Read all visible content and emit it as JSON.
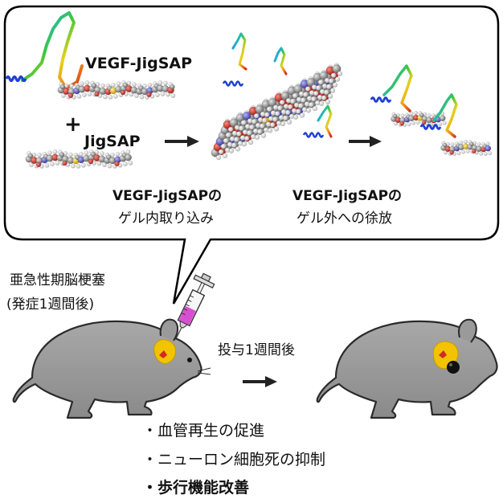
{
  "callout": {
    "vegf_jigsap_label": "VEGF-JigSAP",
    "plus_sign": "+",
    "jigsap_label": "JigSAP",
    "step1_title": "VEGF-JigSAPの",
    "step1_sub": "ゲル内取り込み",
    "step2_title": "VEGF-JigSAPの",
    "step2_sub": "ゲル外への徐放"
  },
  "injection": {
    "condition_line1": "亜急性期脳梗塞",
    "condition_line2": "(発症1週間後)"
  },
  "timeline": {
    "after_label": "投与1週間後"
  },
  "outcomes": [
    {
      "text": "・血管再生の促進",
      "bold": false
    },
    {
      "text": "・ニューロン細胞死の抑制",
      "bold": false
    },
    {
      "text": "・歩行機能改善",
      "bold": true
    }
  ],
  "colors": {
    "callout_border": "#000000",
    "mouse_body": "#9b9b9b",
    "mouse_outline": "#2a2a2a",
    "lesion_yellow": "#f2c300",
    "lesion_red": "#d12a1e",
    "syringe_fluid": "#d94fd1",
    "atom_carbon": "#8f8f8f",
    "atom_oxygen": "#c0342a",
    "atom_hydrogen": "#f2f2f2",
    "atom_nitrogen": "#5a5ab8",
    "atom_sulfur": "#e2c21a"
  },
  "icons": [
    "protein-ribbon-icon",
    "peptide-molecule-icon",
    "nanofiber-gel-icon",
    "arrow-right-icon",
    "syringe-icon",
    "mouse-icon",
    "lesion-icon"
  ]
}
